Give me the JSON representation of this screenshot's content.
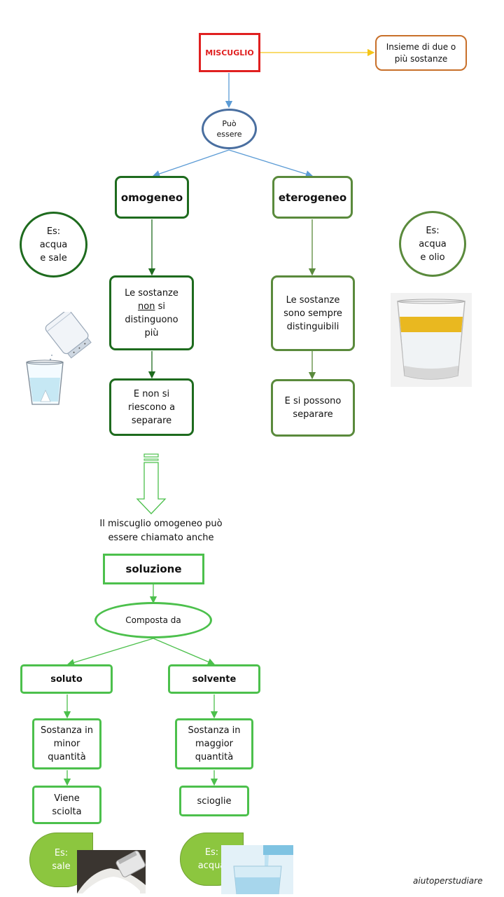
{
  "root": {
    "label": "MISCUGLIO",
    "definition": "Insieme di due o più sostanze"
  },
  "can_be": "Può essere",
  "branches": {
    "homogeneous": {
      "label": "omogeneo",
      "example": "Es: acqua e sale",
      "desc1_a": "Le sostanze",
      "desc1_underlined": "non",
      "desc1_b": "si distinguono più",
      "desc2": "E non si riescono a separare"
    },
    "heterogeneous": {
      "label": "eterogeneo",
      "example": "Es: acqua e olio",
      "desc1": "Le sostanze sono sempre distinguibili",
      "desc2": "E si possono separare"
    }
  },
  "note": "Il miscuglio omogeneo può essere chiamato anche",
  "solution": {
    "label": "soluzione",
    "composed_of": "Composta da",
    "solute": {
      "label": "soluto",
      "desc": "Sostanza in minor quantità",
      "action": "Viene sciolta",
      "example": "Es: sale"
    },
    "solvent": {
      "label": "solvente",
      "desc": "Sostanza in maggior quantità",
      "action": "scioglie",
      "example": "Es: acqua"
    }
  },
  "watermark": "aiutoperstudiare",
  "colors": {
    "root_border": "#e02020",
    "def_border": "#c8702a",
    "blue": "#4a6fa0",
    "dark_green": "#1e6b1e",
    "olive_green": "#5a8a3c",
    "light_green": "#4cc04c",
    "example_leaf": "#8cc63f",
    "connector_yellow": "#f5c518"
  },
  "icons": [
    "salt-shaker-icon",
    "oil-water-glass-icon",
    "salt-pile-icon",
    "water-glass-icon",
    "hollow-down-arrow-icon"
  ]
}
